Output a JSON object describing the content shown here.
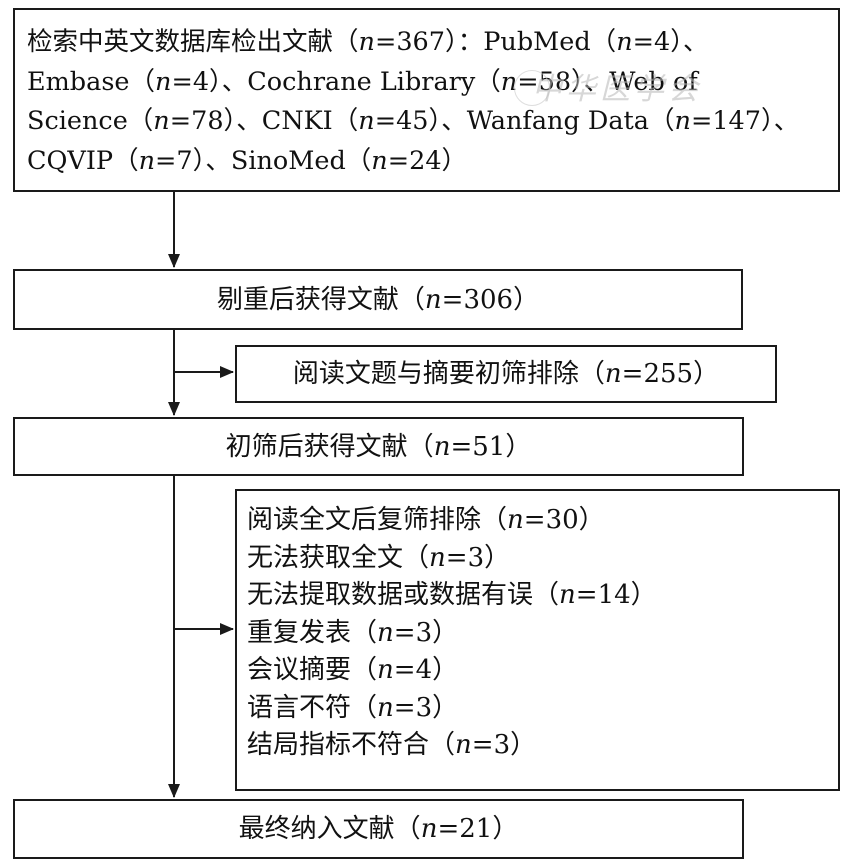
{
  "watermark": "中华医学会",
  "search": {
    "lines": [
      "检索中英文数据库检出文献（n=367）：PubMed（n=4）、",
      "Embase（n=4）、Cochrane Library（n=58）、Web of",
      "Science（n=78）、CNKI（n=45）、Wanfang Data（n=147）、",
      "CQVIP（n=7）、SinoMed（n=24）"
    ]
  },
  "dedup": {
    "label": "剔重后获得文献（n=306）"
  },
  "exclusion_1": {
    "label": "阅读文题与摘要初筛排除（n=255）"
  },
  "screened": {
    "label": "初筛后获得文献（n=51）"
  },
  "exclusion_2": {
    "items": [
      "阅读全文后复筛排除（n=30）",
      "无法获取全文（n=3）",
      "无法提取数据或数据有误（n=14）",
      "重复发表（n=3）",
      "会议摘要（n=4）",
      "语言不符（n=3）",
      "结局指标不符合（n=3）"
    ]
  },
  "final": {
    "label": "最终纳入文献（n=21）"
  }
}
